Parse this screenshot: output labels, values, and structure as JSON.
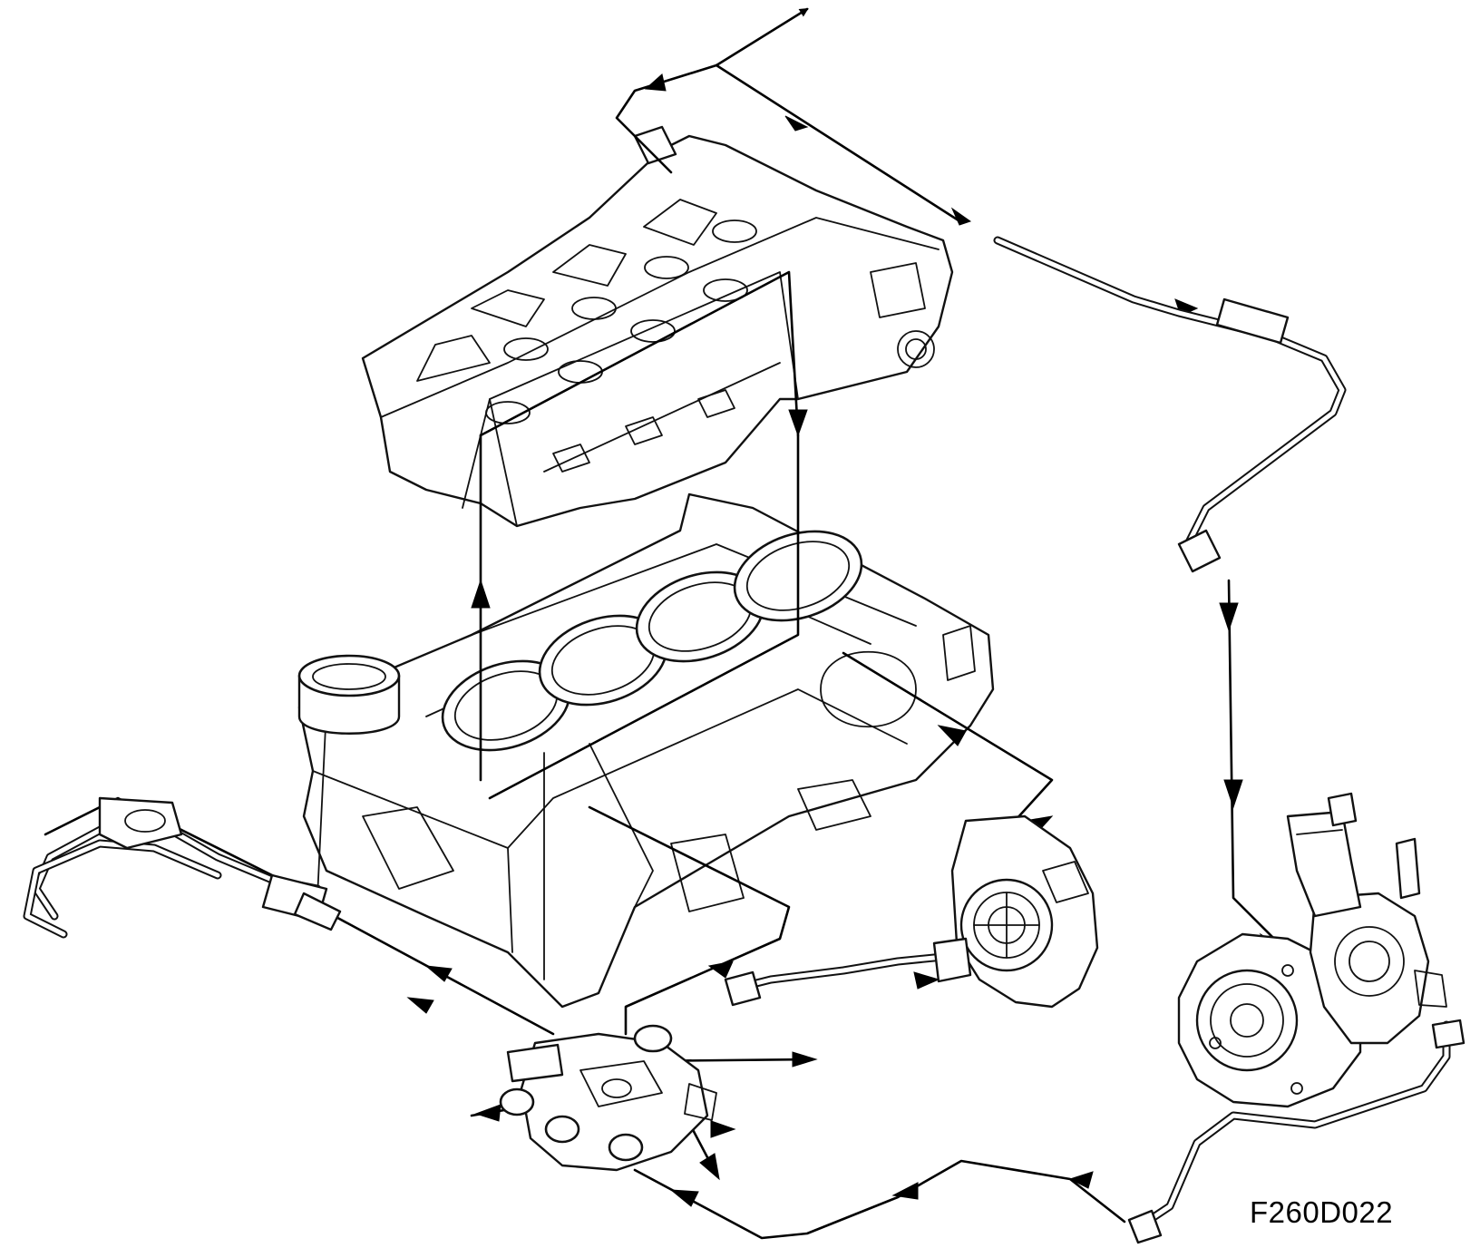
{
  "figure": {
    "reference_code": "F260D022"
  },
  "colors": {
    "line": "#000000",
    "background": "#ffffff"
  },
  "components": [
    "cylinder-head",
    "cylinder-block",
    "thermostat-housing",
    "water-pump",
    "turbocharger",
    "heater-pipe",
    "coolant-hoses"
  ]
}
